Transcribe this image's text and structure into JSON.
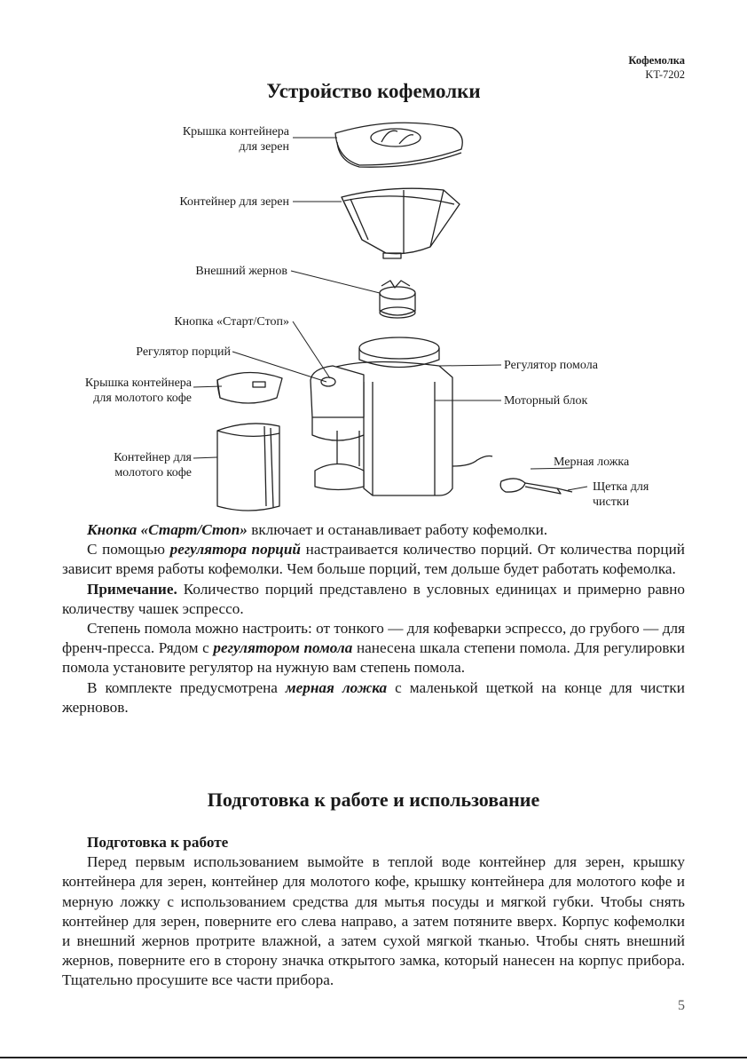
{
  "header": {
    "product": "Кофемолка",
    "model": "KT-7202"
  },
  "title": "Устройство кофемолки",
  "labels": {
    "lid_beans_1": "Крышка контейнера",
    "lid_beans_2": "для зерен",
    "bean_container": "Контейнер для зерен",
    "outer_burr": "Внешний жернов",
    "start_stop": "Кнопка «Старт/Стоп»",
    "portion_regulator": "Регулятор порций",
    "lid_ground_1": "Крышка контейнера",
    "lid_ground_2": "для молотого кофе",
    "ground_container_1": "Контейнер для",
    "ground_container_2": "молотого кофе",
    "grind_regulator": "Регулятор помола",
    "motor_unit": "Моторный блок",
    "measuring_spoon": "Мерная ложка",
    "brush_1": "Щетка для",
    "brush_2": "чистки"
  },
  "paragraphs": {
    "p1_em": "Кнопка «Старт/Стоп»",
    "p1_rest": " включает и останавливает работу кофемолки.",
    "p2_a": "С помощью ",
    "p2_em": "регулятора порций",
    "p2_b": " настраивается количество порций. От количества порций зависит время работы кофемолки. Чем больше порций, тем дольше будет работать кофемолка.",
    "p3_b": "Примечание.",
    "p3_rest": " Количество порций представлено в условных единицах и примерно равно количеству чашек эспрессо.",
    "p4_a": "Степень помола можно настроить: от тонкого — для кофеварки эспрессо, до грубого — для френч-пресса. Рядом с ",
    "p4_em": "регулятором помола",
    "p4_b": " нанесена шкала степени помола. Для регулировки помола установите регулятор на нужную вам степень помола.",
    "p5_a": "В комплекте предусмотрена ",
    "p5_em": "мерная ложка",
    "p5_b": " с маленькой щеткой на конце для чистки жерновов."
  },
  "section_title": "Подготовка к работе и использование",
  "prep": {
    "heading": "Подготовка к работе",
    "text": "Перед первым использованием вымойте в теплой воде контейнер для зерен, крышку контейнера для зерен, контейнер для молотого кофе, крышку контейнера для молотого кофе и мерную ложку с использованием средства для мытья посуды и мягкой губки. Чтобы снять контейнер для зерен, поверните его слева направо, а затем потяните вверх. Корпус кофемолки и внешний жернов протрите влажной, а затем сухой мягкой тканью. Чтобы снять внешний жернов, поверните его в сторону значка открытого замка, который нанесен на корпус прибора. Тщательно просушите все части прибора."
  },
  "page_number": "5"
}
